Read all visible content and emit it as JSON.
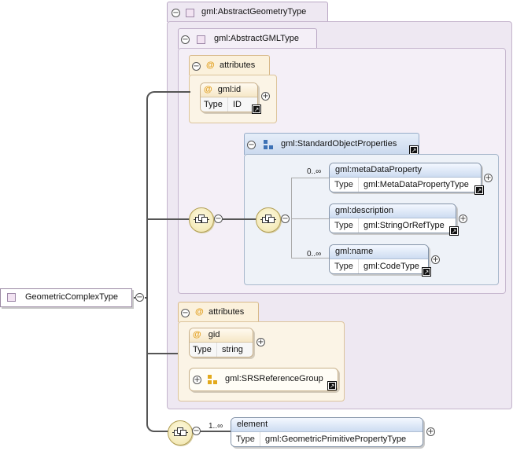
{
  "root": {
    "label": "GeometricComplexType"
  },
  "abstract_geometry_type": {
    "label": "gml:AbstractGeometryType"
  },
  "abstract_gml_type": {
    "label": "gml:AbstractGMLType"
  },
  "gml_attributes": {
    "label": "attributes",
    "id_attr": {
      "name": "gml:id",
      "type_key": "Type",
      "type_value": "ID"
    }
  },
  "standard_object_properties": {
    "label": "gml:StandardObjectProperties",
    "children": [
      {
        "name": "gml:metaDataProperty",
        "type_key": "Type",
        "type_value": "gml:MetaDataPropertyType",
        "cardinality": "0..∞"
      },
      {
        "name": "gml:description",
        "type_key": "Type",
        "type_value": "gml:StringOrRefType",
        "cardinality": ""
      },
      {
        "name": "gml:name",
        "type_key": "Type",
        "type_value": "gml:CodeType",
        "cardinality": "0..∞"
      }
    ]
  },
  "geometry_attributes": {
    "label": "attributes",
    "gid_attr": {
      "name": "gid",
      "type_key": "Type",
      "type_value": "string"
    },
    "srs_group": {
      "label": "gml:SRSReferenceGroup"
    }
  },
  "element_node": {
    "name": "element",
    "type_key": "Type",
    "type_value": "gml:GeometricPrimitivePropertyType",
    "cardinality": "1..∞"
  },
  "icons": {
    "collapse": "−",
    "expand": "+",
    "attribute": "@",
    "link": "↗"
  },
  "colors": {
    "type_frame": "#eee8f2",
    "attributes_frame": "#fbf4e6",
    "group_frame": "#eef2f8",
    "element_header": "#cddcf1",
    "connector": "#555555"
  }
}
